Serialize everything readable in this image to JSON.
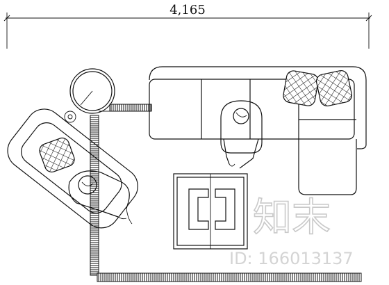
{
  "dimension": {
    "overall_width_label": "4,165"
  },
  "watermark": {
    "brand": "知末",
    "id_label": "ID: 166013137"
  }
}
